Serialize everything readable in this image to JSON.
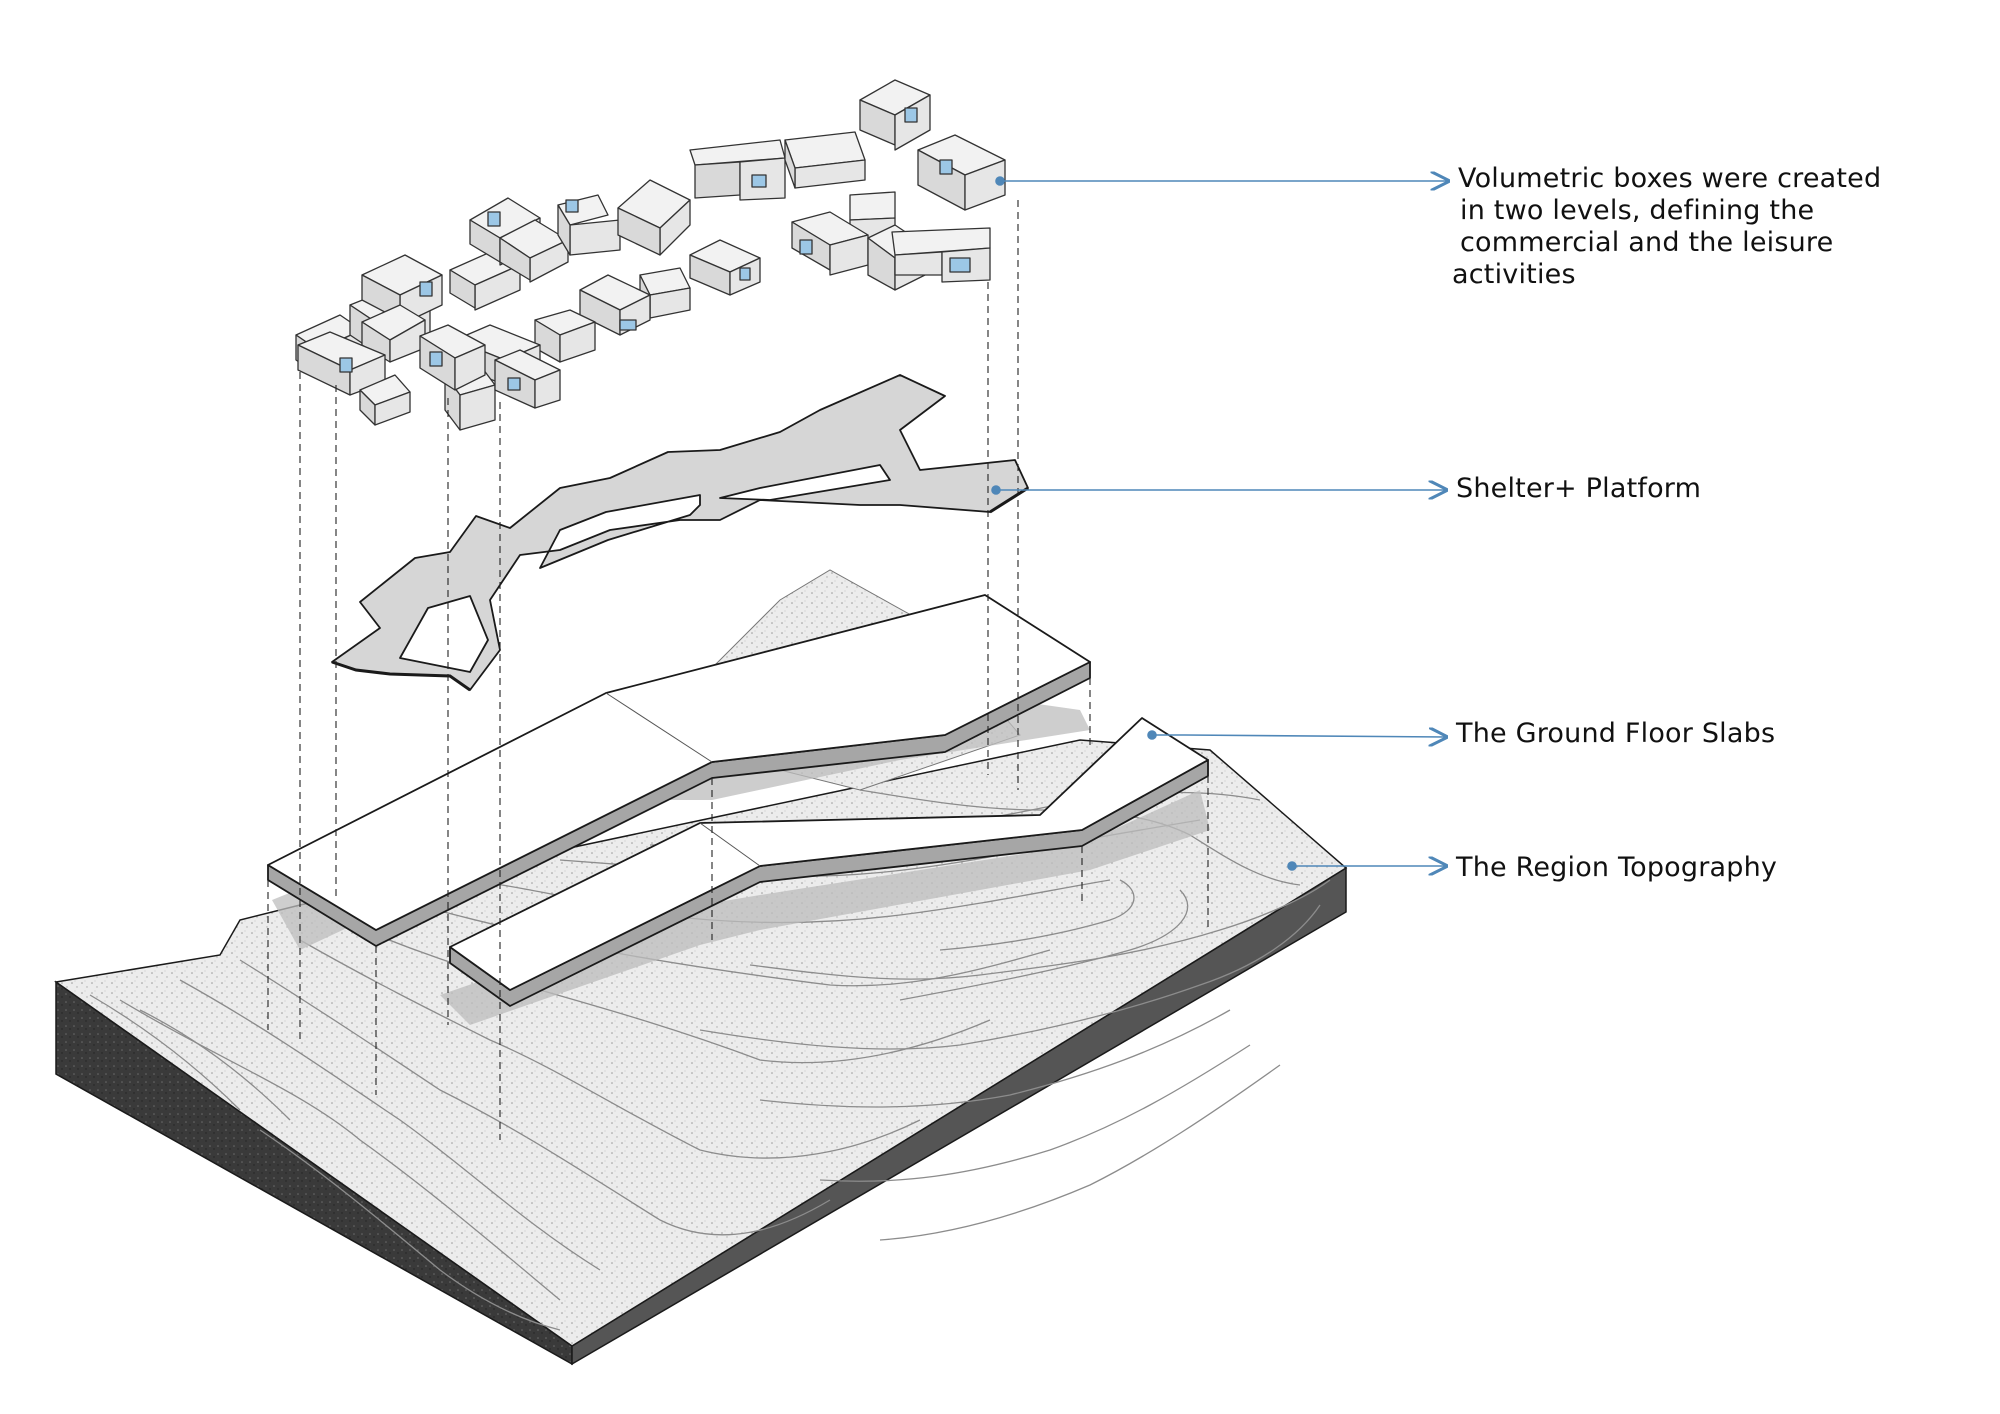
{
  "diagram": {
    "type": "exploded-axonometric",
    "labels": [
      {
        "key": "boxes",
        "lines": [
          "Volumetric boxes were created",
          "in two levels, defining the",
          "commercial and the leisure",
          "activities"
        ]
      },
      {
        "key": "shelter",
        "lines": [
          "Shelter+ Platform"
        ]
      },
      {
        "key": "slabs",
        "lines": [
          "The Ground Floor Slabs"
        ]
      },
      {
        "key": "topo",
        "lines": [
          "The Region Topography"
        ]
      }
    ]
  },
  "colors": {
    "leader": "#4f87b8",
    "box_face_top": "#f2f2f2",
    "box_face_left": "#d9d9d9",
    "box_face_right": "#e6e6e6",
    "window": "#9cc7e6",
    "platform": "#d6d6d6",
    "slab_top": "#ffffff",
    "slab_side": "#a6a6a6",
    "terrain_top": "#ececec",
    "terrain_side": "#3d3d3d",
    "contour": "#8c8c8c",
    "outline": "#1a1a1a"
  }
}
